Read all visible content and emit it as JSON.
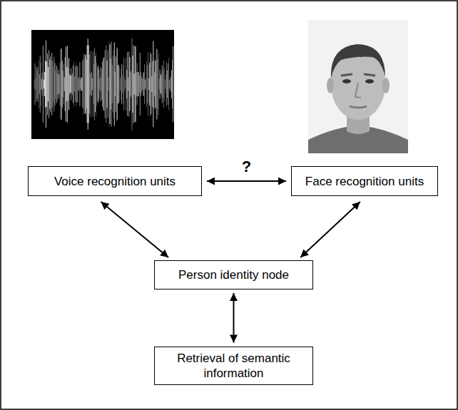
{
  "diagram": {
    "nodes": [
      {
        "text": [
          "Voice recognition units"
        ]
      },
      {
        "text": [
          "Face recognition units"
        ]
      },
      {
        "text": [
          "Person identity node"
        ]
      },
      {
        "text": [
          "Retrieval of semantic information"
        ]
      }
    ],
    "edges": [
      {
        "from": 0,
        "to": 1,
        "arrow": "both",
        "label": "?"
      },
      {
        "from": 0,
        "to": 2,
        "arrow": "both"
      },
      {
        "from": 1,
        "to": 2,
        "arrow": "both"
      },
      {
        "from": 2,
        "to": 3,
        "arrow": "both"
      }
    ]
  }
}
